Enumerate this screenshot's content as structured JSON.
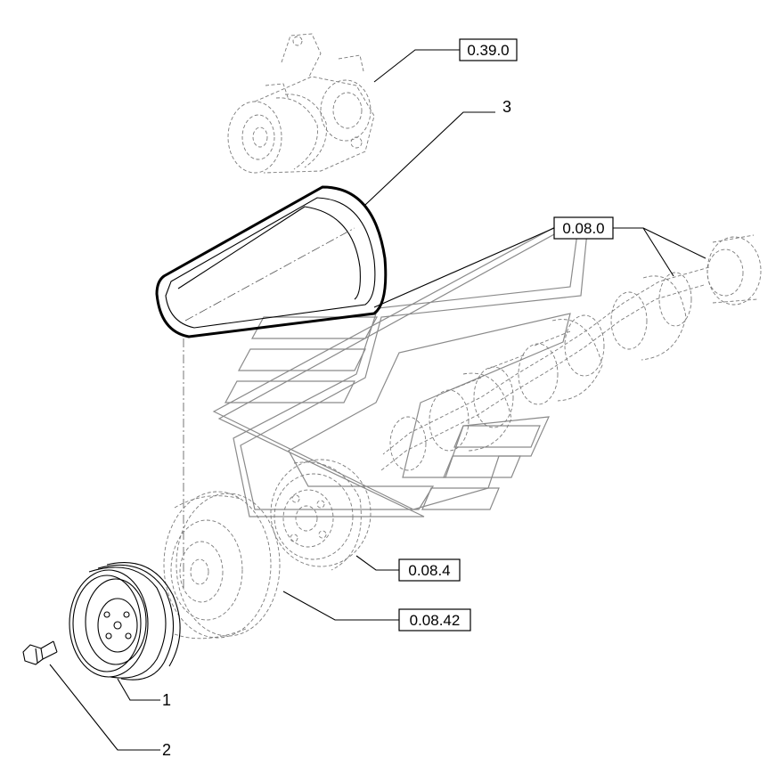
{
  "callouts": {
    "ref_0_39_0": "0.39.0",
    "ref_0_08_0": "0.08.0",
    "ref_0_08_4": "0.08.4",
    "ref_0_08_42": "0.08.42"
  },
  "item_numbers": {
    "item_1": "1",
    "item_2": "2",
    "item_3": "3"
  }
}
